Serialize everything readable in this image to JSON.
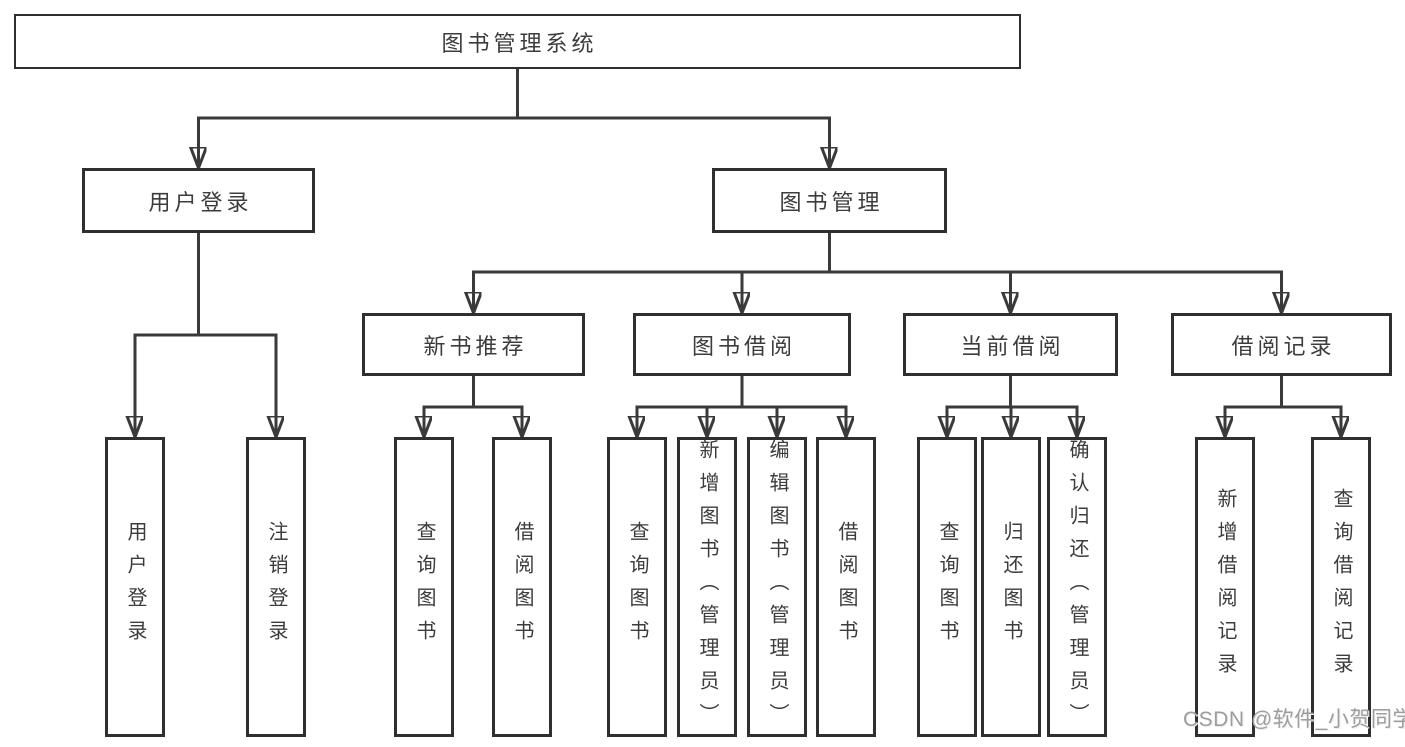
{
  "diagram": {
    "root": {
      "label": "图书管理系统"
    },
    "children": [
      {
        "label": "用户登录",
        "children": [
          {
            "label": "用户登录"
          },
          {
            "label": "注销登录"
          }
        ]
      },
      {
        "label": "图书管理",
        "children": [
          {
            "label": "新书推荐",
            "children": [
              {
                "label": "查询图书"
              },
              {
                "label": "借阅图书"
              }
            ]
          },
          {
            "label": "图书借阅",
            "children": [
              {
                "label": "查询图书"
              },
              {
                "label": "新增图书（管理员）"
              },
              {
                "label": "编辑图书（管理员）"
              },
              {
                "label": "借阅图书"
              }
            ]
          },
          {
            "label": "当前借阅",
            "children": [
              {
                "label": "查询图书"
              },
              {
                "label": "归还图书"
              },
              {
                "label": "确认归还（管理员）"
              }
            ]
          },
          {
            "label": "借阅记录",
            "children": [
              {
                "label": "新增借阅记录"
              },
              {
                "label": "查询借阅记录"
              }
            ]
          }
        ]
      }
    ]
  },
  "watermark": {
    "text": "CSDN @软件_小贺同学"
  },
  "colors": {
    "background": "#ffffff",
    "line": "#3a3a3a",
    "box_border": "#2f2f2f",
    "text": "#3c3c3c",
    "watermark_text": "#9e9e9e"
  }
}
